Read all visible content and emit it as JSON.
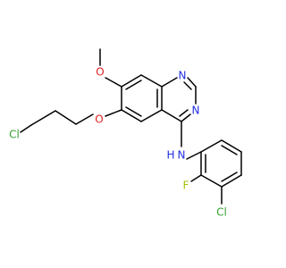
{
  "molecule": {
    "atoms": {
      "cl1": {
        "label": "Cl",
        "color": "#33a033"
      },
      "o1": {
        "label": "O",
        "color": "#e02020"
      },
      "o2": {
        "label": "O",
        "color": "#e02020"
      },
      "n1": {
        "label": "N",
        "color": "#2030e0"
      },
      "n3": {
        "label": "N",
        "color": "#2030e0"
      },
      "nh_n": {
        "label": "N",
        "color": "#2030e0"
      },
      "nh_h": {
        "label": "H",
        "color": "#2030e0"
      },
      "f1": {
        "label": "F",
        "color": "#a0c000"
      },
      "cl2": {
        "label": "Cl",
        "color": "#33a033"
      }
    }
  }
}
